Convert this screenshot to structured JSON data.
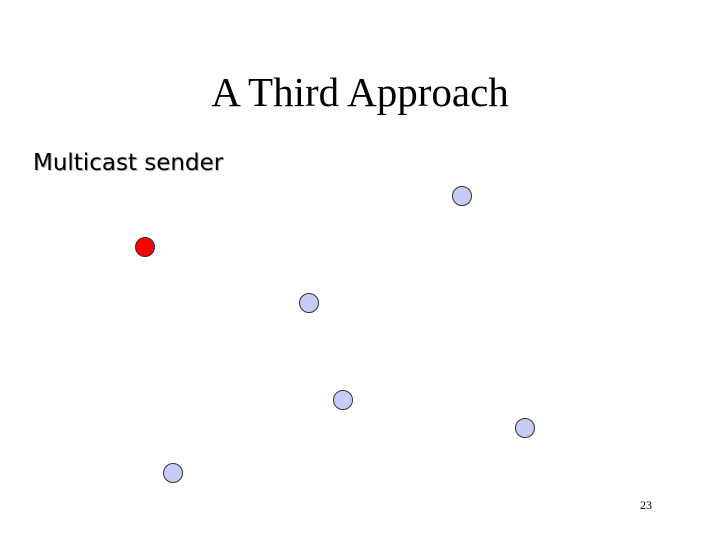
{
  "slide": {
    "title": "A Third Approach",
    "subtitle": "Multicast sender",
    "page_number": "23"
  },
  "diagram": {
    "sender_color": "#ff0000",
    "receiver_color": "#c8cbf5",
    "node_border_color": "#333333",
    "nodes": [
      {
        "role": "sender"
      },
      {
        "role": "receiver"
      },
      {
        "role": "receiver"
      },
      {
        "role": "receiver"
      },
      {
        "role": "receiver"
      },
      {
        "role": "receiver"
      }
    ]
  }
}
